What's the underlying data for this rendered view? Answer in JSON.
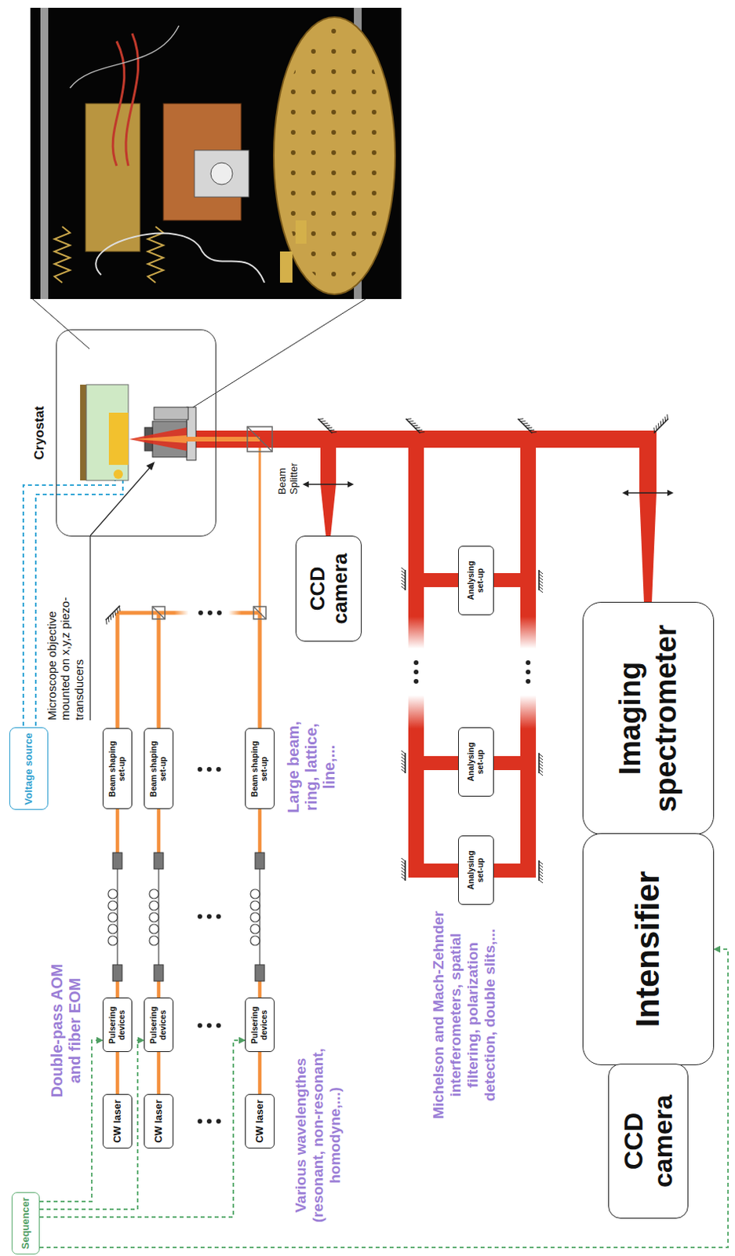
{
  "diagram": {
    "nodes": [
      {
        "text": [
          "Voltage source"
        ]
      },
      {
        "text": [
          "Cryostat"
        ]
      },
      {
        "text": [
          "Sequencer"
        ]
      },
      {
        "text": [
          "CW laser"
        ]
      },
      {
        "text": [
          "CW laser"
        ]
      },
      {
        "text": [
          "CW laser"
        ]
      },
      {
        "text": [
          "Pulsering devices"
        ]
      },
      {
        "text": [
          "Pulsering devices"
        ]
      },
      {
        "text": [
          "Pulsering devices"
        ]
      },
      {
        "text": [
          "Beam shaping set-up"
        ]
      },
      {
        "text": [
          "Beam shaping set-up"
        ]
      },
      {
        "text": [
          "Beam shaping set-up"
        ]
      },
      {
        "text": [
          "CCD camera"
        ]
      },
      {
        "text": [
          "Analysing set-up"
        ]
      },
      {
        "text": [
          "Analysing set-up"
        ]
      },
      {
        "text": [
          "Analysing set-up"
        ]
      },
      {
        "text": [
          "Imaging spectrometer"
        ]
      },
      {
        "text": [
          "Intensifier"
        ]
      },
      {
        "text": [
          "CCD camera"
        ]
      }
    ],
    "edges": [
      {
        "from": 3,
        "to": 6,
        "arrow": "none"
      },
      {
        "from": 4,
        "to": 7,
        "arrow": "none"
      },
      {
        "from": 5,
        "to": 8,
        "arrow": "none"
      },
      {
        "from": 6,
        "to": 9,
        "arrow": "none"
      },
      {
        "from": 7,
        "to": 10,
        "arrow": "none"
      },
      {
        "from": 8,
        "to": 11,
        "arrow": "none"
      },
      {
        "from": 2,
        "to": 6,
        "arrow": "to"
      },
      {
        "from": 2,
        "to": 7,
        "arrow": "to"
      },
      {
        "from": 2,
        "to": 8,
        "arrow": "to"
      },
      {
        "from": 2,
        "to": 17,
        "arrow": "to"
      }
    ],
    "labels": [
      "Microscope objective mounted on x,y,z piezo-transducers",
      "Double-pass AOM and fiber EOM",
      "Beam Splitter",
      "Large beam, ring, lattice, line,...",
      "Various wavelengthes (resonant, non-resonant, homodyne,...)",
      "Michelson and Mach-Zehnder interferometers, spatial filtering, polarization detection, double slits,..."
    ]
  }
}
